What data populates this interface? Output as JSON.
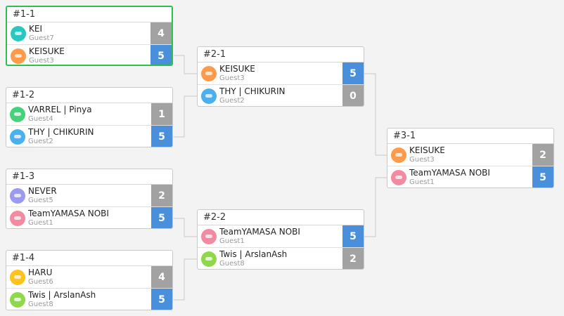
{
  "colors": {
    "background": "#f3f3f3",
    "win_score": "#4a8fdc",
    "lose_score": "#a2a2a2",
    "selected_border": "#2fbf4f",
    "connector": "#c9c9c9"
  },
  "matches": [
    {
      "id": "#1-1",
      "selected": true,
      "players": [
        {
          "name": "KEI",
          "guest": "Guest7",
          "score": "4",
          "result": "lose",
          "avatar": "teal-avatar-icon"
        },
        {
          "name": "KEISUKE",
          "guest": "Guest3",
          "score": "5",
          "result": "win",
          "avatar": "orange-avatar-icon"
        }
      ]
    },
    {
      "id": "#1-2",
      "players": [
        {
          "name": "VARREL | Pinya",
          "guest": "Guest4",
          "score": "1",
          "result": "lose",
          "avatar": "green-avatar-icon"
        },
        {
          "name": "THY | CHIKURIN",
          "guest": "Guest2",
          "score": "5",
          "result": "win",
          "avatar": "blue-avatar-icon"
        }
      ]
    },
    {
      "id": "#1-3",
      "players": [
        {
          "name": "NEVER",
          "guest": "Guest5",
          "score": "2",
          "result": "lose",
          "avatar": "purple-avatar-icon"
        },
        {
          "name": "TeamYAMASA NOBI",
          "guest": "Guest1",
          "score": "5",
          "result": "win",
          "avatar": "pink-avatar-icon"
        }
      ]
    },
    {
      "id": "#1-4",
      "players": [
        {
          "name": "HARU",
          "guest": "Guest6",
          "score": "4",
          "result": "lose",
          "avatar": "yellow-avatar-icon"
        },
        {
          "name": "Twis | ArslanAsh",
          "guest": "Guest8",
          "score": "5",
          "result": "win",
          "avatar": "lime-avatar-icon"
        }
      ]
    },
    {
      "id": "#2-1",
      "players": [
        {
          "name": "KEISUKE",
          "guest": "Guest3",
          "score": "5",
          "result": "win",
          "avatar": "orange-avatar-icon"
        },
        {
          "name": "THY | CHIKURIN",
          "guest": "Guest2",
          "score": "0",
          "result": "lose",
          "avatar": "blue-avatar-icon"
        }
      ]
    },
    {
      "id": "#2-2",
      "players": [
        {
          "name": "TeamYAMASA NOBI",
          "guest": "Guest1",
          "score": "5",
          "result": "win",
          "avatar": "pink-avatar-icon"
        },
        {
          "name": "Twis | ArslanAsh",
          "guest": "Guest8",
          "score": "2",
          "result": "lose",
          "avatar": "lime-avatar-icon"
        }
      ]
    },
    {
      "id": "#3-1",
      "players": [
        {
          "name": "KEISUKE",
          "guest": "Guest3",
          "score": "2",
          "result": "lose",
          "avatar": "orange-avatar-icon"
        },
        {
          "name": "TeamYAMASA NOBI",
          "guest": "Guest1",
          "score": "5",
          "result": "win",
          "avatar": "pink-avatar-icon"
        }
      ]
    }
  ]
}
